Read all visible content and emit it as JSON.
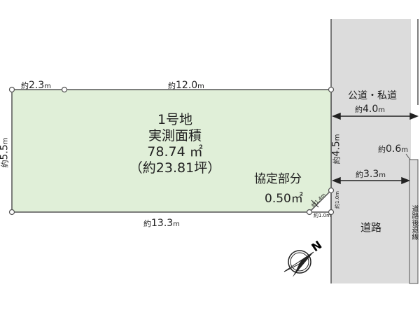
{
  "plot": {
    "name": "1号地",
    "area_label": "実測面積",
    "area_value": "78.74 ㎡",
    "area_tsubo": "（約23.81坪）",
    "fill_color": "#e0efd8",
    "border_color": "#555555"
  },
  "agreement": {
    "label": "協定部分",
    "area": "0.50㎡",
    "diagonal": "約1.4m",
    "side_vertical": "約1.0m",
    "side_horizontal": "約1.0m"
  },
  "dimensions": {
    "top_left": {
      "prefix": "約",
      "value": "2.3",
      "unit": "m"
    },
    "top_main": {
      "prefix": "約",
      "value": "12.0",
      "unit": "m"
    },
    "bottom": {
      "prefix": "約",
      "value": "13.3",
      "unit": "m"
    },
    "left": {
      "prefix": "約",
      "value": "5.5",
      "unit": "m"
    },
    "right": {
      "prefix": "約",
      "value": "4.5",
      "unit": "m"
    }
  },
  "road": {
    "type_label": "公道・私道",
    "width": {
      "prefix": "約",
      "value": "4.0",
      "unit": "m"
    },
    "width_after": {
      "prefix": "約",
      "value": "3.3",
      "unit": "m"
    },
    "setback": {
      "prefix": "約",
      "value": "0.6",
      "unit": "m"
    },
    "name": "道路",
    "setback_line_label": "道路後退線",
    "fill_color": "#dcdcdc"
  },
  "compass": {
    "north_label": "N"
  }
}
